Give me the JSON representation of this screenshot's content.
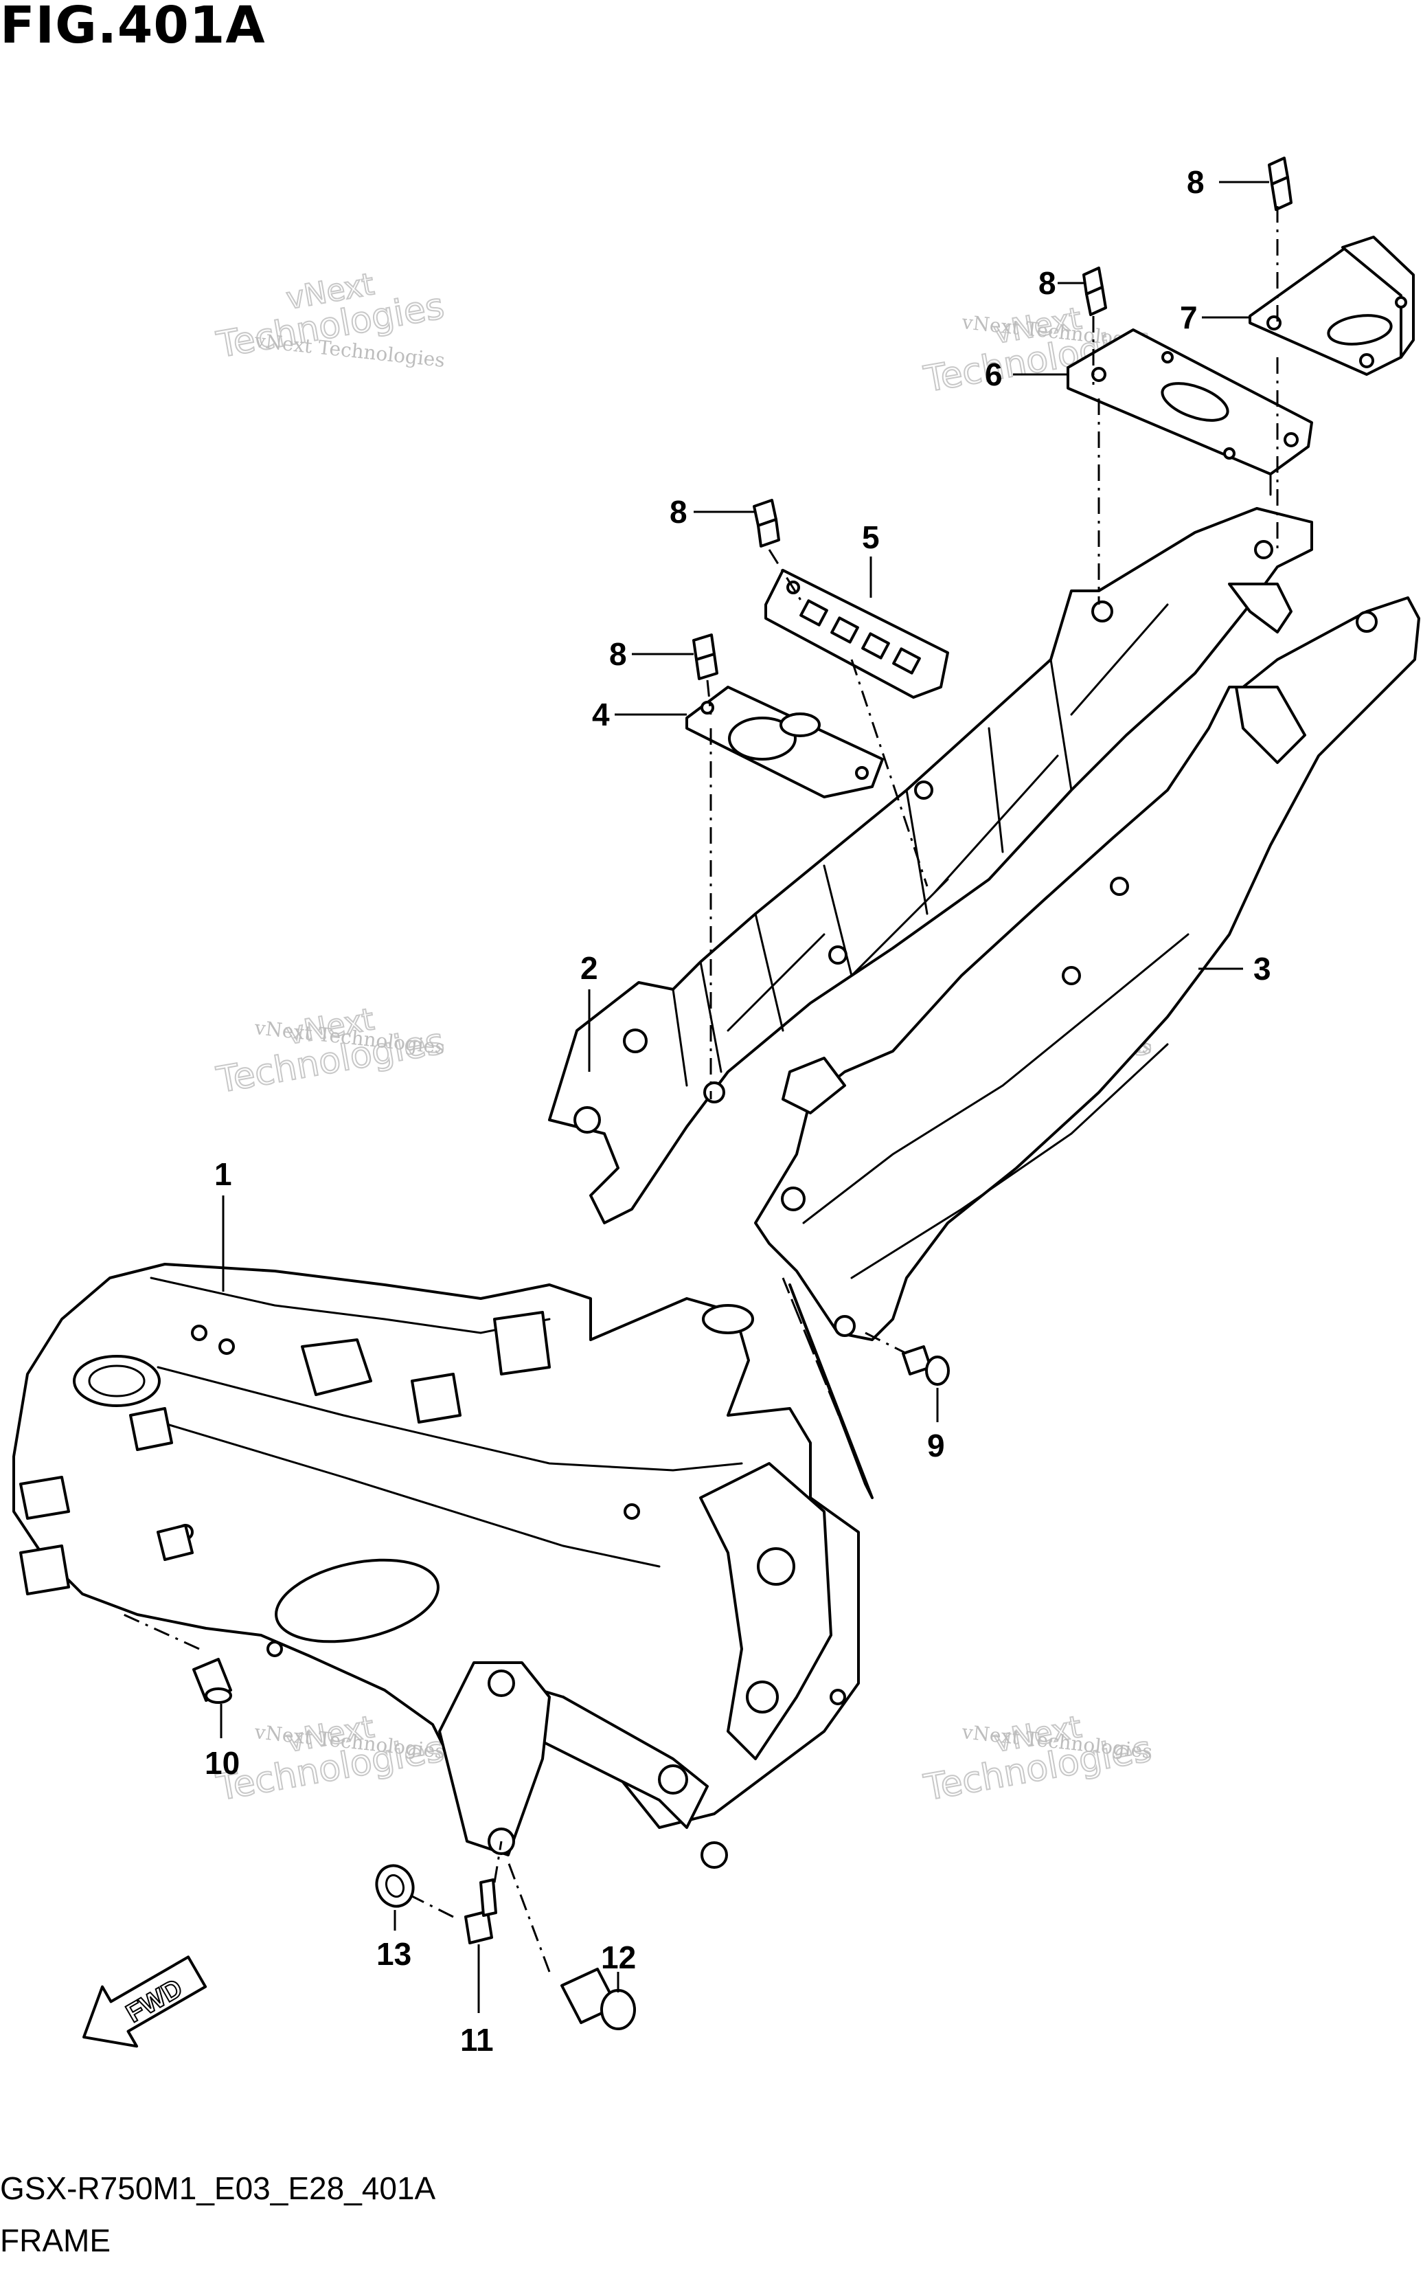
{
  "figure": {
    "title": "FIG.401A",
    "model_code": "GSX-R750M1_E03_E28_401A",
    "name": "FRAME"
  },
  "watermark": {
    "line1": "vNext Technologies",
    "line2": "vNext",
    "line3": "Technologies"
  },
  "fwd_label": "FWD",
  "callouts": [
    {
      "id": "1",
      "label": "1"
    },
    {
      "id": "2",
      "label": "2"
    },
    {
      "id": "3",
      "label": "3"
    },
    {
      "id": "4",
      "label": "4"
    },
    {
      "id": "5",
      "label": "5"
    },
    {
      "id": "6",
      "label": "6"
    },
    {
      "id": "7",
      "label": "7"
    },
    {
      "id": "8a",
      "label": "8"
    },
    {
      "id": "8b",
      "label": "8"
    },
    {
      "id": "8c",
      "label": "8"
    },
    {
      "id": "8d",
      "label": "8"
    },
    {
      "id": "9",
      "label": "9"
    },
    {
      "id": "10",
      "label": "10"
    },
    {
      "id": "11",
      "label": "11"
    },
    {
      "id": "12",
      "label": "12"
    },
    {
      "id": "13",
      "label": "13"
    }
  ]
}
